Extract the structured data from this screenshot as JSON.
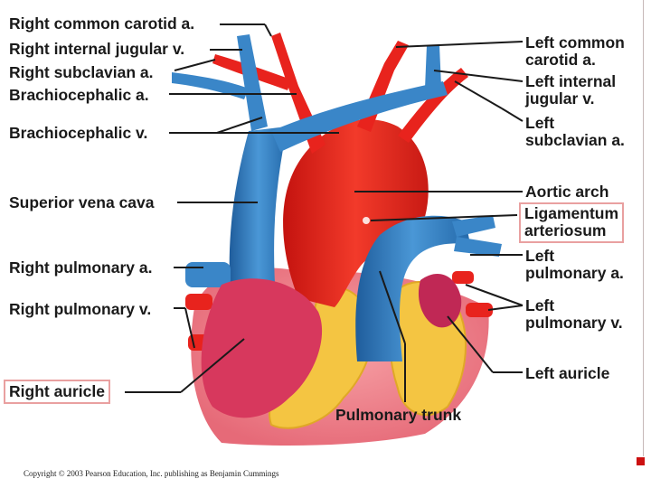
{
  "labels": {
    "right_common_carotid": "Right common carotid a.",
    "right_internal_jugular": "Right internal jugular v.",
    "right_subclavian": "Right subclavian a.",
    "brachiocephalic_a": "Brachiocephalic a.",
    "brachiocephalic_v": "Brachiocephalic v.",
    "superior_vena_cava": "Superior vena cava",
    "right_pulmonary_a": "Right pulmonary a.",
    "right_pulmonary_v": "Right pulmonary v.",
    "right_auricle": "Right auricle",
    "left_common_carotid_1": "Left common",
    "left_common_carotid_2": "carotid a.",
    "left_internal_jugular_1": "Left internal",
    "left_internal_jugular_2": "jugular v.",
    "left_subclavian_1": "Left",
    "left_subclavian_2": "subclavian a.",
    "aortic_arch": "Aortic arch",
    "ligamentum_arteriosum_1": "Ligamentum",
    "ligamentum_arteriosum_2": "arteriosum",
    "left_pulmonary_a_1": "Left",
    "left_pulmonary_a_2": "pulmonary a.",
    "left_pulmonary_v_1": "Left",
    "left_pulmonary_v_2": "pulmonary v.",
    "left_auricle": "Left auricle",
    "pulmonary_trunk": "Pulmonary trunk"
  },
  "copyright": "Copyright © 2003 Pearson Education, Inc. publishing as Benjamin Cummings",
  "colors": {
    "artery_red": "#e8231d",
    "vein_blue": "#3a86c8",
    "auricle_pink": "#d7385d",
    "fat_yellow": "#f4c542",
    "highlight_box": "#e9a0a0"
  }
}
